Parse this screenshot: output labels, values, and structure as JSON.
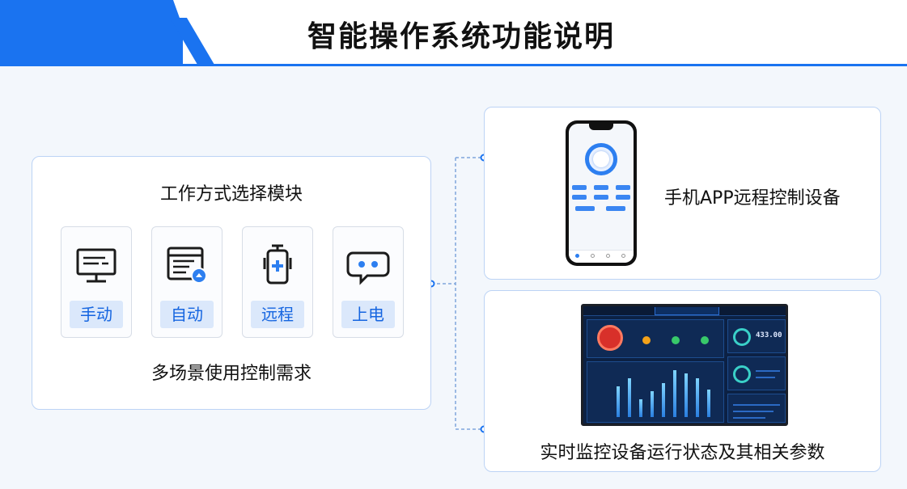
{
  "header": {
    "title": "智能操作系统功能说明",
    "accent_color": "#1a73f0"
  },
  "left_card": {
    "title": "工作方式选择模块",
    "subtitle": "多场景使用控制需求",
    "modes": [
      {
        "label": "手动",
        "icon": "monitor-icon"
      },
      {
        "label": "自动",
        "icon": "auto-window-icon"
      },
      {
        "label": "远程",
        "icon": "remote-device-icon"
      },
      {
        "label": "上电",
        "icon": "robot-chat-icon"
      }
    ]
  },
  "right_top": {
    "text": "手机APP远程控制设备",
    "image": "phone-app-mockup"
  },
  "right_bottom": {
    "text": "实时监控设备运行状态及其相关参数",
    "image": "monitoring-dashboard-mockup",
    "dashboard_value": "433.00"
  }
}
